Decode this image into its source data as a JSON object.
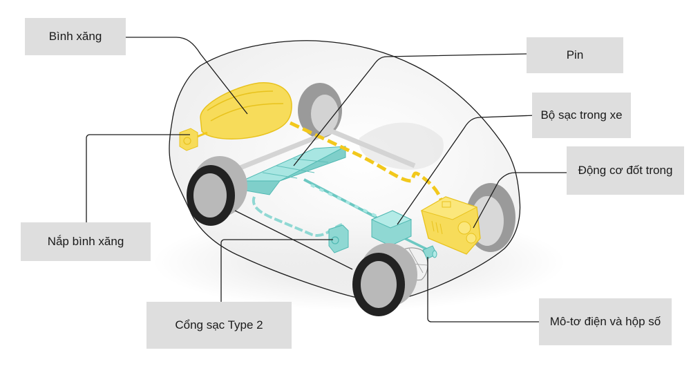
{
  "diagram": {
    "subject": "plug-in hybrid car components",
    "colors": {
      "fuel_system": "#f7dc5a",
      "fuel_outline": "#e8c21c",
      "electric_system": "#9ee0dc",
      "electric_outline": "#4fb8b2",
      "tire": "#2a2a2a",
      "rim": "#b9b9b9",
      "body_outline": "#1a1a1a",
      "label_bg": "#dedede",
      "leader_line": "#1a1a1a"
    },
    "labels": [
      {
        "id": "fuel-tank",
        "text": "Bình xăng"
      },
      {
        "id": "battery",
        "text": "Pin"
      },
      {
        "id": "onboard-charger",
        "text": "Bộ sạc trong xe"
      },
      {
        "id": "combustion-engine",
        "text": "Động cơ đốt trong"
      },
      {
        "id": "fuel-cap",
        "text": "Nắp bình xăng"
      },
      {
        "id": "type2-port",
        "text": "Cổng sạc Type 2"
      },
      {
        "id": "motor-gearbox",
        "text": "Mô-tơ điện và hộp số"
      }
    ]
  }
}
